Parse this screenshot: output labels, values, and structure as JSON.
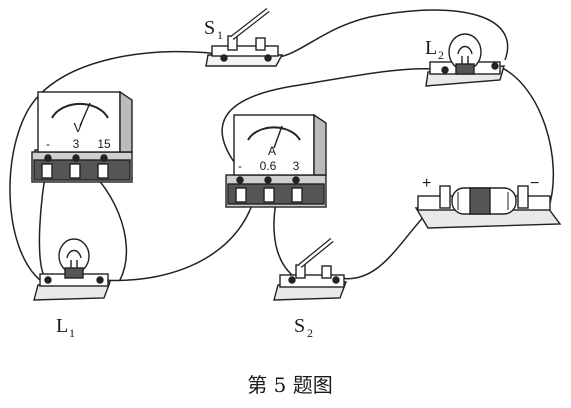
{
  "components": {
    "switch_s1": {
      "letter": "S",
      "sub": "1"
    },
    "switch_s2": {
      "letter": "S",
      "sub": "2"
    },
    "lamp_l1": {
      "letter": "L",
      "sub": "1"
    },
    "lamp_l2": {
      "letter": "L",
      "sub": "2"
    },
    "voltmeter": {
      "symbol": "V",
      "terminals": [
        "-",
        "3",
        "15"
      ]
    },
    "ammeter": {
      "symbol": "A",
      "terminals": [
        "-",
        "0.6",
        "3"
      ]
    },
    "battery": {
      "plus": "+",
      "minus": "−"
    }
  },
  "caption": "第 5 题图"
}
